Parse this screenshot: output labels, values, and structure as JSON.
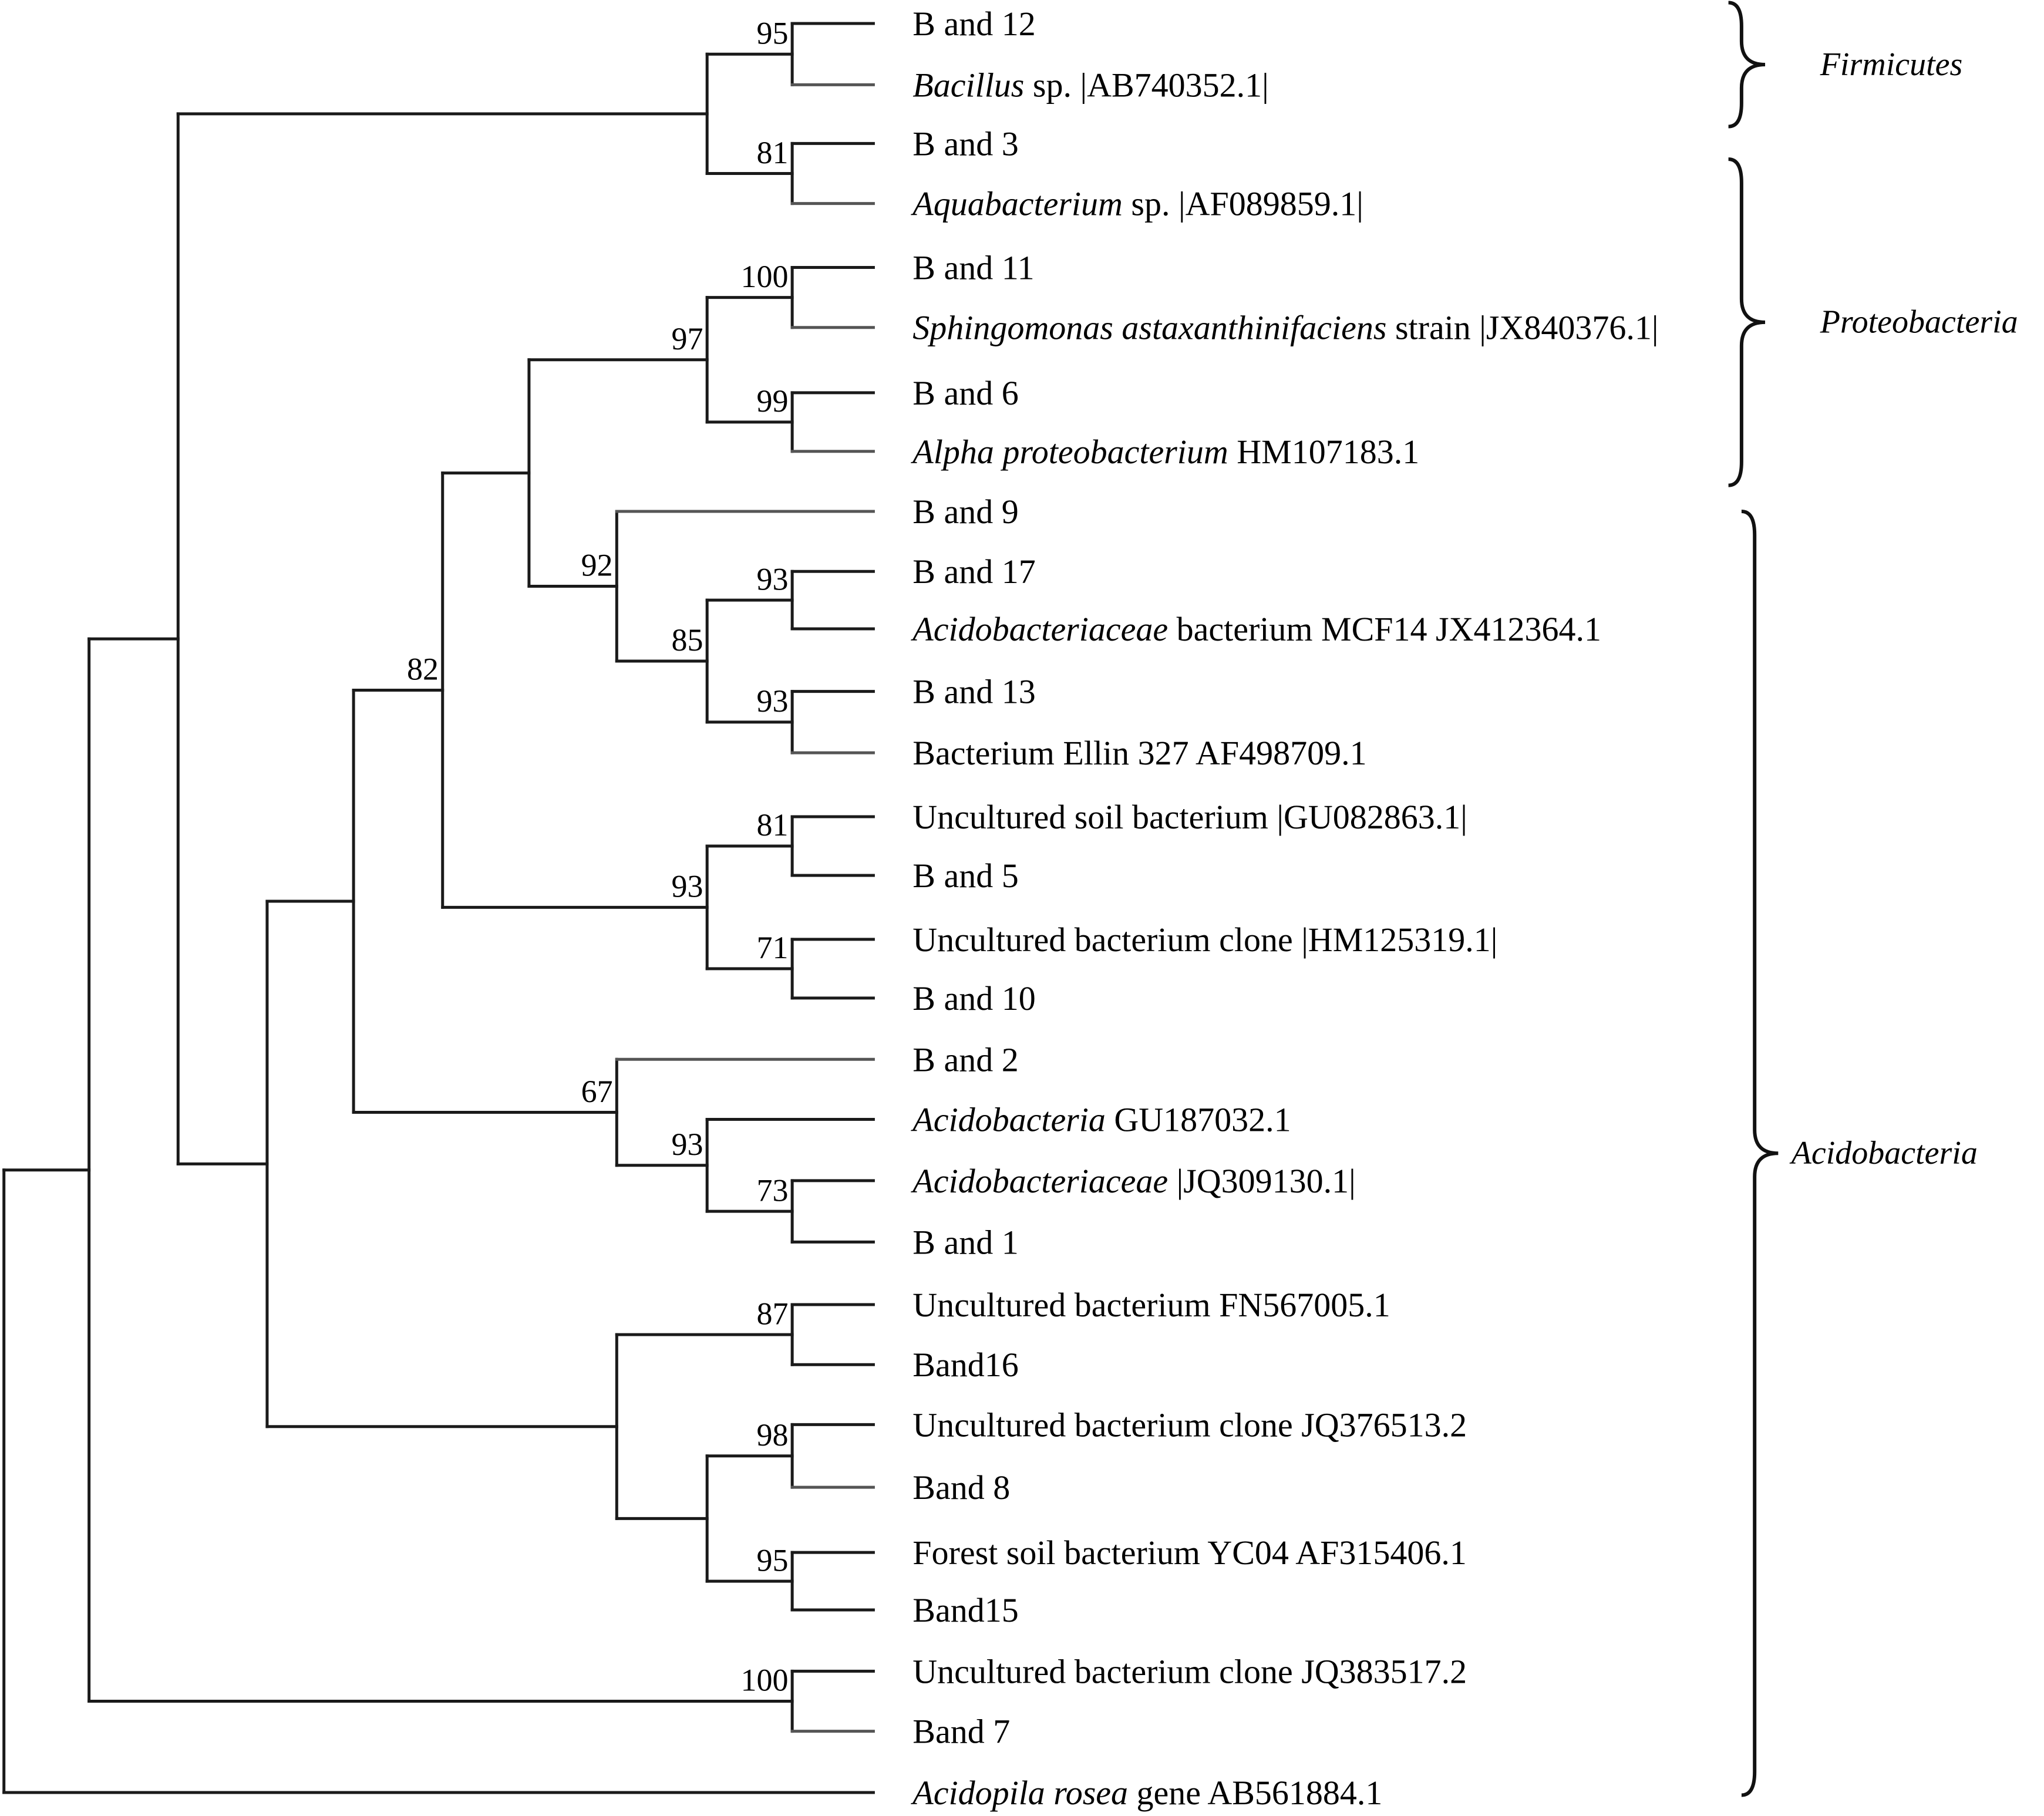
{
  "figure": {
    "type": "phylogenetic-tree",
    "leaves": [
      {
        "id": "L0",
        "parts": [
          {
            "t": "B and 12"
          }
        ]
      },
      {
        "id": "L1",
        "parts": [
          {
            "t": "Bacillus",
            "i": true
          },
          {
            "t": " sp. |AB740352.1|"
          }
        ]
      },
      {
        "id": "L2",
        "parts": [
          {
            "t": "B and 3"
          }
        ]
      },
      {
        "id": "L3",
        "parts": [
          {
            "t": "Aquabacterium",
            "i": true
          },
          {
            "t": " sp. |AF089859.1|"
          }
        ]
      },
      {
        "id": "L4",
        "parts": [
          {
            "t": "B and 11"
          }
        ]
      },
      {
        "id": "L5",
        "parts": [
          {
            "t": "Sphingomonas astaxanthinifaciens",
            "i": true
          },
          {
            "t": " strain |JX840376.1|"
          }
        ]
      },
      {
        "id": "L6",
        "parts": [
          {
            "t": "B and 6"
          }
        ]
      },
      {
        "id": "L7",
        "parts": [
          {
            "t": "Alpha proteobacterium",
            "i": true
          },
          {
            "t": " HM107183.1"
          }
        ]
      },
      {
        "id": "L8",
        "parts": [
          {
            "t": "B and 9"
          }
        ]
      },
      {
        "id": "L9",
        "parts": [
          {
            "t": "B and 17"
          }
        ]
      },
      {
        "id": "L10",
        "parts": [
          {
            "t": "Acidobacteriaceae",
            "i": true
          },
          {
            "t": " bacterium MCF14 JX412364.1"
          }
        ]
      },
      {
        "id": "L11",
        "parts": [
          {
            "t": "B and 13"
          }
        ]
      },
      {
        "id": "L12",
        "parts": [
          {
            "t": "Bacterium Ellin 327 AF498709.1"
          }
        ]
      },
      {
        "id": "L13",
        "parts": [
          {
            "t": "Uncultured soil bacterium |GU082863.1|"
          }
        ]
      },
      {
        "id": "L14",
        "parts": [
          {
            "t": "B and 5"
          }
        ]
      },
      {
        "id": "L15",
        "parts": [
          {
            "t": "Uncultured bacterium clone |HM125319.1|"
          }
        ]
      },
      {
        "id": "L16",
        "parts": [
          {
            "t": "B and 10"
          }
        ]
      },
      {
        "id": "L17",
        "parts": [
          {
            "t": "B and 2"
          }
        ]
      },
      {
        "id": "L18",
        "parts": [
          {
            "t": "Acidobacteria",
            "i": true
          },
          {
            "t": " GU187032.1"
          }
        ]
      },
      {
        "id": "L19",
        "parts": [
          {
            "t": "Acidobacteriaceae",
            "i": true
          },
          {
            "t": " |JQ309130.1|"
          }
        ]
      },
      {
        "id": "L20",
        "parts": [
          {
            "t": "B and 1"
          }
        ]
      },
      {
        "id": "L21",
        "parts": [
          {
            "t": "Uncultured bacterium FN567005.1"
          }
        ]
      },
      {
        "id": "L22",
        "parts": [
          {
            "t": "Band16"
          }
        ]
      },
      {
        "id": "L23",
        "parts": [
          {
            "t": "Uncultured bacterium clone JQ376513.2"
          }
        ]
      },
      {
        "id": "L24",
        "parts": [
          {
            "t": "Band 8"
          }
        ]
      },
      {
        "id": "L25",
        "parts": [
          {
            "t": "Forest soil bacterium YC04 AF315406.1"
          }
        ]
      },
      {
        "id": "L26",
        "parts": [
          {
            "t": "Band15"
          }
        ]
      },
      {
        "id": "L27",
        "parts": [
          {
            "t": "Uncultured bacterium clone JQ383517.2"
          }
        ]
      },
      {
        "id": "L28",
        "parts": [
          {
            "t": "Band 7"
          }
        ]
      },
      {
        "id": "L29",
        "parts": [
          {
            "t": "Acidopila rosea",
            "i": true
          },
          {
            "t": " gene AB561884.1"
          }
        ]
      }
    ],
    "internal_nodes": [
      {
        "id": "N_12_bac",
        "children": [
          "L0",
          "L1"
        ],
        "bootstrap": "95"
      },
      {
        "id": "N_3_aqua",
        "children": [
          "L2",
          "L3"
        ],
        "bootstrap": "81"
      },
      {
        "id": "N_firm",
        "children": [
          "N_12_bac",
          "N_3_aqua"
        ],
        "bootstrap": ""
      },
      {
        "id": "N_11_sph",
        "children": [
          "L4",
          "L5"
        ],
        "bootstrap": "100"
      },
      {
        "id": "N_6_alpha",
        "children": [
          "L6",
          "L7"
        ],
        "bootstrap": "99"
      },
      {
        "id": "N_proteo",
        "children": [
          "N_11_sph",
          "N_6_alpha"
        ],
        "bootstrap": "97"
      },
      {
        "id": "N_17_mcf",
        "children": [
          "L9",
          "L10"
        ],
        "bootstrap": "93"
      },
      {
        "id": "N_13_ellin",
        "children": [
          "L11",
          "L12"
        ],
        "bootstrap": "93"
      },
      {
        "id": "N_85",
        "children": [
          "N_17_mcf",
          "N_13_ellin"
        ],
        "bootstrap": "85"
      },
      {
        "id": "N_92",
        "children": [
          "L8",
          "N_85"
        ],
        "bootstrap": "92"
      },
      {
        "id": "N_upper",
        "children": [
          "N_proteo",
          "N_92"
        ],
        "bootstrap": ""
      },
      {
        "id": "N_soil_5",
        "children": [
          "L13",
          "L14"
        ],
        "bootstrap": "81"
      },
      {
        "id": "N_hm_10",
        "children": [
          "L15",
          "L16"
        ],
        "bootstrap": "71"
      },
      {
        "id": "N_93b",
        "children": [
          "N_soil_5",
          "N_hm_10"
        ],
        "bootstrap": "93"
      },
      {
        "id": "N_82",
        "children": [
          "N_upper",
          "N_93b"
        ],
        "bootstrap": "82"
      },
      {
        "id": "N_jq_1",
        "children": [
          "L19",
          "L20"
        ],
        "bootstrap": "73"
      },
      {
        "id": "N_93c",
        "children": [
          "L18",
          "N_jq_1"
        ],
        "bootstrap": "93"
      },
      {
        "id": "N_67",
        "children": [
          "L17",
          "N_93c"
        ],
        "bootstrap": "67"
      },
      {
        "id": "N_mid",
        "children": [
          "N_82",
          "N_67"
        ],
        "bootstrap": ""
      },
      {
        "id": "N_fn_16",
        "children": [
          "L21",
          "L22"
        ],
        "bootstrap": "87"
      },
      {
        "id": "N_jq_8",
        "children": [
          "L23",
          "L24"
        ],
        "bootstrap": "98"
      },
      {
        "id": "N_yc_15",
        "children": [
          "L25",
          "L26"
        ],
        "bootstrap": "95"
      },
      {
        "id": "N_lowpair",
        "children": [
          "N_jq_8",
          "N_yc_15"
        ],
        "bootstrap": ""
      },
      {
        "id": "N_low",
        "children": [
          "N_fn_16",
          "N_lowpair"
        ],
        "bootstrap": ""
      },
      {
        "id": "N_acido",
        "children": [
          "N_mid",
          "N_low"
        ],
        "bootstrap": ""
      },
      {
        "id": "N_main",
        "children": [
          "N_firm",
          "N_acido"
        ],
        "bootstrap": ""
      },
      {
        "id": "N_jq383_7",
        "children": [
          "L27",
          "L28"
        ],
        "bootstrap": "100"
      },
      {
        "id": "N_ingroup",
        "children": [
          "N_main",
          "N_jq383_7"
        ],
        "bootstrap": ""
      },
      {
        "id": "N_root",
        "children": [
          "N_ingroup",
          "L29"
        ],
        "bootstrap": ""
      }
    ],
    "clades": [
      {
        "label": "Firmicutes",
        "from": "L0",
        "to": "L1"
      },
      {
        "label": "Proteobacteria",
        "from": "L2",
        "to": "L7"
      },
      {
        "label": "Acidobacteria",
        "from": "L8",
        "to": "L29"
      }
    ]
  }
}
